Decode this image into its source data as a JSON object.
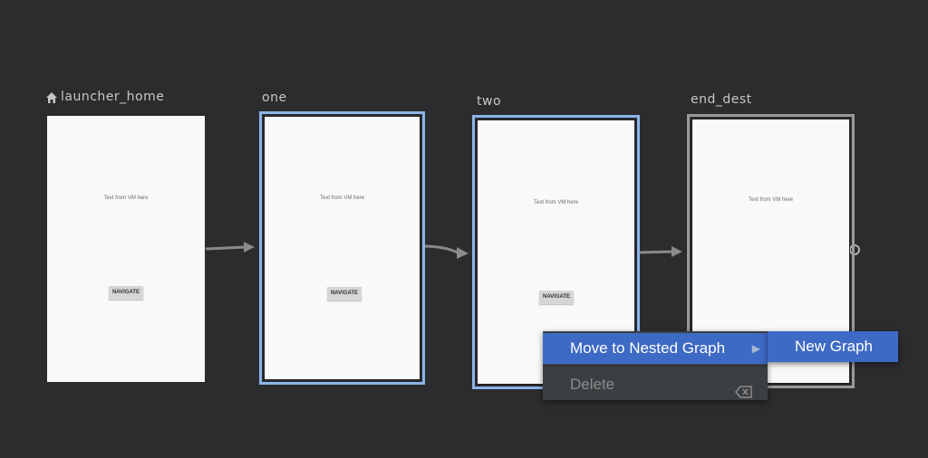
{
  "destinations": [
    {
      "label": "launcher_home",
      "screen_text": "Text from VM here",
      "button_label": "NAVIGATE",
      "is_start": true
    },
    {
      "label": "one",
      "screen_text": "Text from VM here",
      "button_label": "NAVIGATE"
    },
    {
      "label": "two",
      "screen_text": "Text from VM here",
      "button_label": "NAVIGATE"
    },
    {
      "label": "end_dest",
      "screen_text": "Text from VM here"
    }
  ],
  "context_menu": {
    "items": [
      {
        "label": "Move to Nested Graph",
        "state": "highlighted",
        "has_submenu": true
      },
      {
        "label": "Delete",
        "state": "disabled",
        "icon": "delete-backspace-icon"
      }
    ],
    "submenu": {
      "items": [
        {
          "label": "New Graph",
          "state": "highlighted"
        }
      ]
    }
  },
  "colors": {
    "canvas_bg": "#2b2c2e",
    "selection_border": "#8cb4e8",
    "menu_bg": "#3c3f41",
    "menu_highlight": "#3d6ac4",
    "action_arrow": "#8a8a8a"
  }
}
